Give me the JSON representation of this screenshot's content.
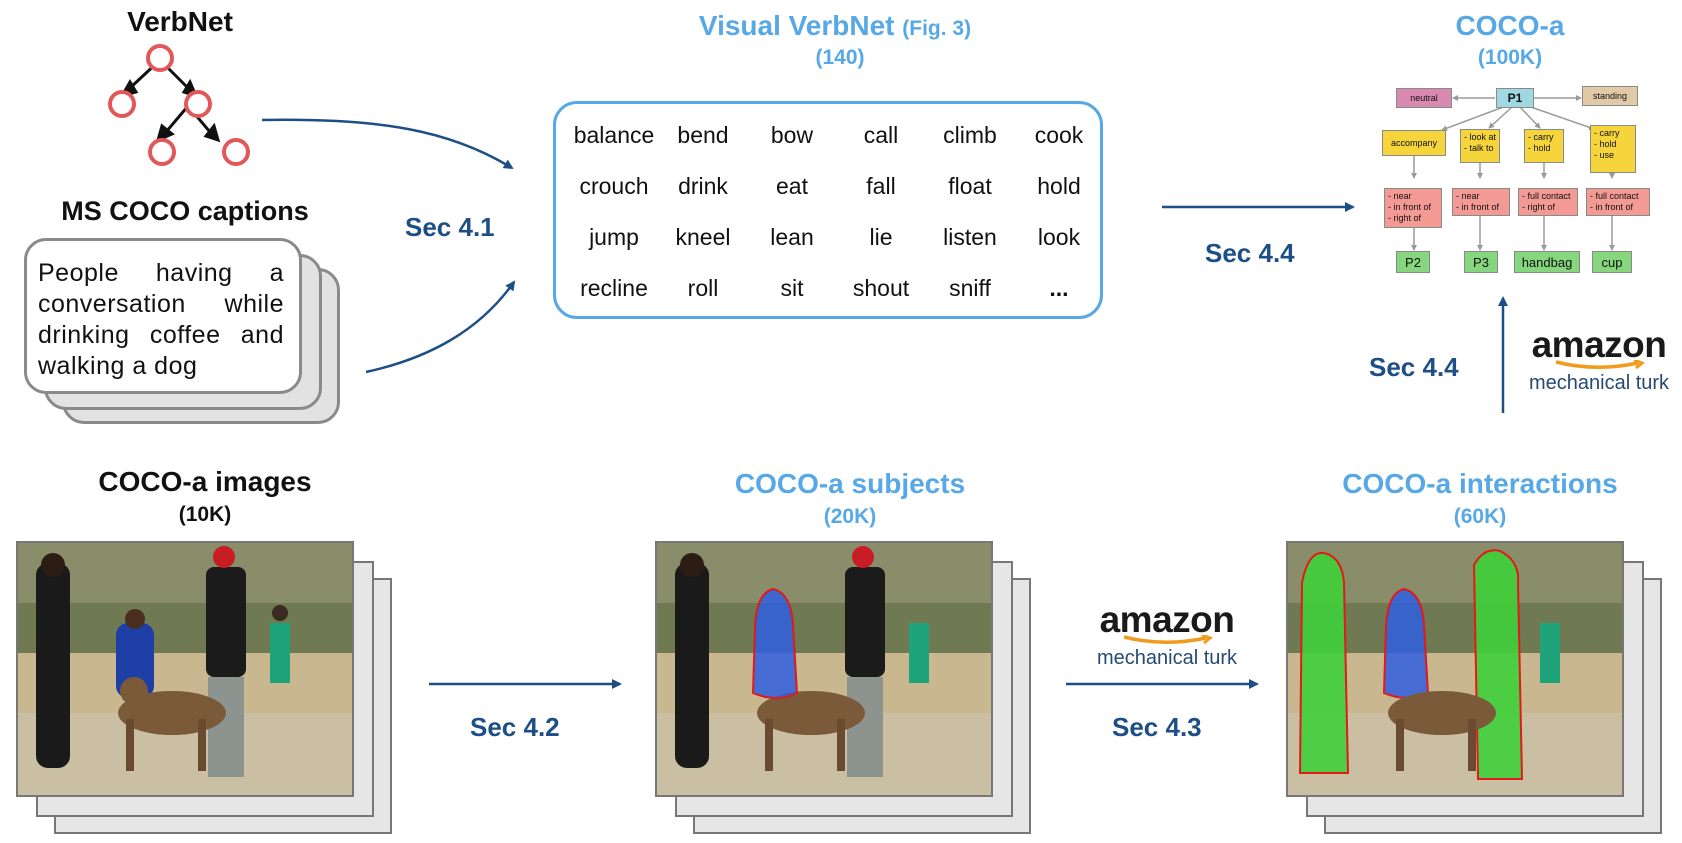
{
  "verbnet": {
    "title": "VerbNet"
  },
  "captions": {
    "title": "MS COCO captions",
    "text": "People having a conversation while drinking coffee and walking a dog"
  },
  "visual_verbnet": {
    "title": "Visual VerbNet",
    "ref": "(Fig. 3)",
    "count": "(140)",
    "verbs": [
      "balance",
      "bend",
      "bow",
      "call",
      "climb",
      "cook",
      "crouch",
      "drink",
      "eat",
      "fall",
      "float",
      "hold",
      "jump",
      "kneel",
      "lean",
      "lie",
      "listen",
      "look",
      "recline",
      "roll",
      "sit",
      "shout",
      "sniff",
      "..."
    ]
  },
  "coco_a": {
    "title": "COCO-a",
    "count": "(100K)"
  },
  "graph": {
    "center": "P1",
    "neutral": "neutral",
    "standing": "standing",
    "level1": [
      {
        "label": "accompany",
        "lines": []
      },
      {
        "label": "",
        "lines": [
          "- look at",
          "- talk to"
        ]
      },
      {
        "label": "",
        "lines": [
          "- carry",
          "- hold"
        ]
      },
      {
        "label": "",
        "lines": [
          "- carry",
          "- hold",
          "- use"
        ]
      }
    ],
    "level2": [
      {
        "lines": [
          "- near",
          "- in front of",
          "- right of"
        ]
      },
      {
        "lines": [
          "- near",
          "- in front of"
        ]
      },
      {
        "lines": [
          "- full contact",
          "- right of"
        ]
      },
      {
        "lines": [
          "- full contact",
          "- in front of"
        ]
      }
    ],
    "level3": [
      "P2",
      "P3",
      "handbag",
      "cup"
    ]
  },
  "sections": {
    "s41": "Sec 4.1",
    "s44a": "Sec 4.4",
    "s44b": "Sec 4.4",
    "s42": "Sec 4.2",
    "s43": "Sec 4.3"
  },
  "mturk": {
    "word": "amazon",
    "sub": "mechanical turk"
  },
  "images": {
    "title": "COCO-a images",
    "count": "(10K)"
  },
  "subjects": {
    "title": "COCO-a subjects",
    "count": "(20K)"
  },
  "interactions": {
    "title": "COCO-a interactions",
    "count": "(60K)"
  },
  "colors": {
    "accent_blue": "#56a8e6",
    "section_blue": "#1d4f86",
    "tree_red": "#e0585a",
    "node_yellow": "#f5d43c",
    "node_pink": "#f49a94",
    "node_green": "#86d67e",
    "node_cyan": "#9fd8e0",
    "node_magenta": "#d98ab0",
    "node_tan": "#e2c9a8",
    "subject_mask": "#2f5fe0",
    "object_mask": "#3fcf3a"
  }
}
